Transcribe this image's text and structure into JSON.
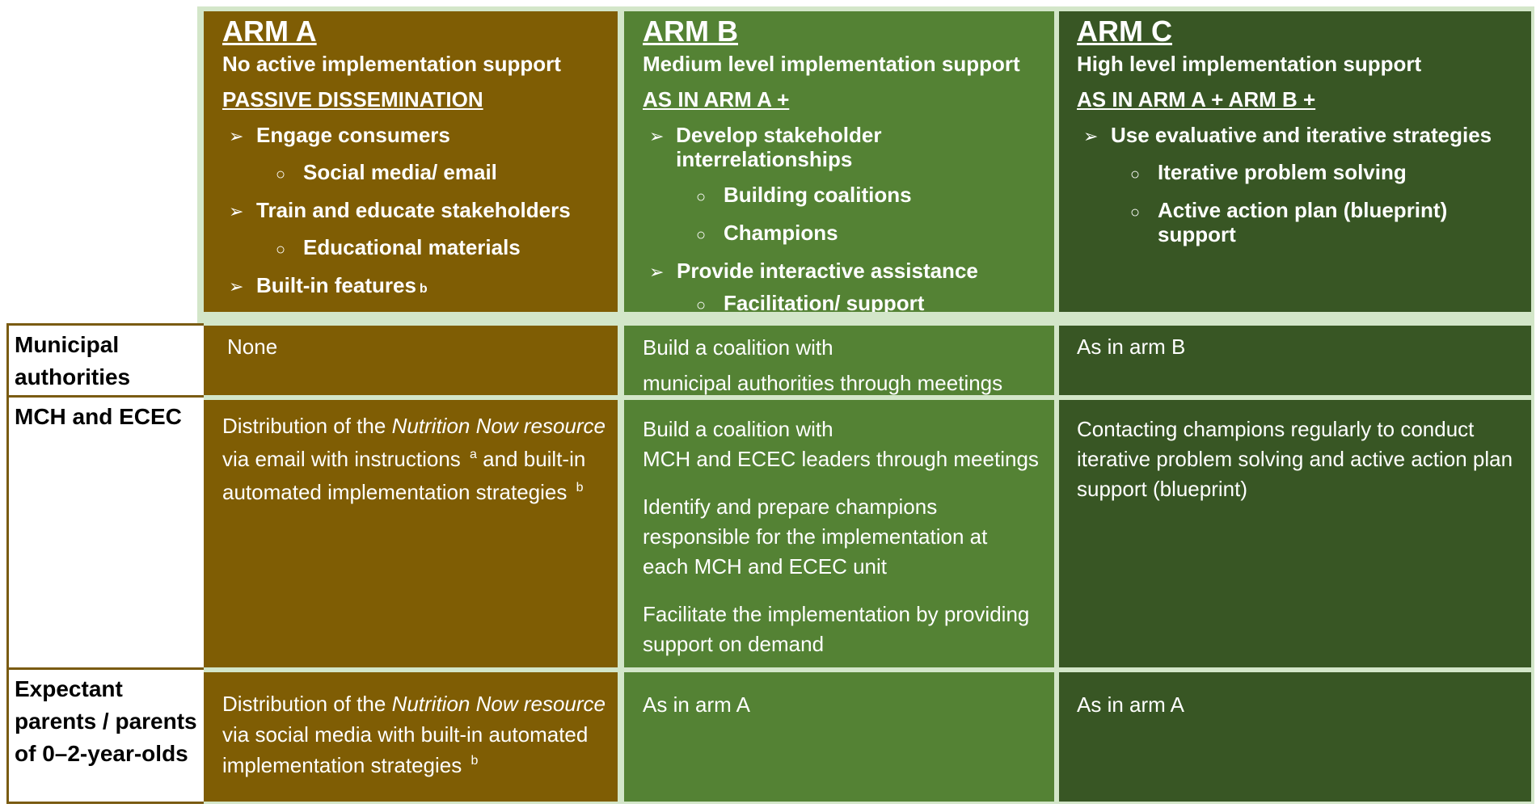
{
  "arms": [
    {
      "title": "ARM A",
      "level": "No active implementation support",
      "basis": "PASSIVE DISSEMINATION",
      "strategies": [
        {
          "label": "Engage consumers",
          "subs": [
            "Social media/ email"
          ]
        },
        {
          "label": "Train and educate stakeholders",
          "subs": [
            "Educational materials"
          ]
        },
        {
          "label": "Built-in features",
          "sup": "b",
          "subs": []
        }
      ]
    },
    {
      "title": "ARM B",
      "level": "Medium level implementation support",
      "basis": "AS IN ARM A +",
      "strategies": [
        {
          "label": "Develop stakeholder interrelationships",
          "subs": [
            "Building coalitions",
            "Champions"
          ]
        },
        {
          "label": "Provide interactive assistance",
          "subs": [
            "Facilitation/ support"
          ]
        }
      ]
    },
    {
      "title": "ARM C",
      "level": "High level implementation support",
      "basis": "AS IN ARM A + ARM B +",
      "strategies": [
        {
          "label": "Use evaluative and iterative strategies",
          "subs": [
            "Iterative problem solving",
            "Active action plan (blueprint) support"
          ]
        }
      ]
    }
  ],
  "rows": [
    {
      "label": "Municipal\nauthorities",
      "cells": [
        [
          "None"
        ],
        [
          "Build a coalition with\nmunicipal authorities through meetings"
        ],
        [
          "As in arm B"
        ]
      ]
    },
    {
      "label": "MCH and ECEC",
      "cells": [
        [
          "Distribution of the Nutrition Now resource via email with instructions a and built-in automated implementation strategies b"
        ],
        [
          "Build a coalition with\nMCH and ECEC leaders through meetings",
          "Identify and prepare champions\nresponsible for the implementation at\neach MCH and ECEC unit",
          "Facilitate the implementation by providing\nsupport on demand"
        ],
        [
          "Contacting champions regularly to conduct\niterative problem solving and active action plan\nsupport (blueprint)"
        ]
      ]
    },
    {
      "label": "Expectant\nparents / parents\nof 0–2-year-olds",
      "cells": [
        [
          "Distribution of the Nutrition Now resource via social media with built-in automated implementation strategies b"
        ],
        [
          "As in arm A"
        ],
        [
          "As in arm A"
        ]
      ]
    }
  ],
  "rich": {
    "mch_a": {
      "pre": "Distribution of the ",
      "em": "Nutrition Now resource",
      "l2": "via email with instructions ",
      "sup1": "a",
      "l2b": " and built-in",
      "l3": "automated implementation strategies ",
      "sup2": "b"
    },
    "par_a": {
      "pre": "Distribution of the ",
      "em": "Nutrition Now resource",
      "l2": "via social media with built-in automated",
      "l3": "implementation strategies ",
      "sup2": "b"
    }
  },
  "colors": {
    "arm_a": "#7f5d04",
    "arm_b": "#548234",
    "arm_c": "#385624",
    "frame": "#d3e6c9",
    "row_border": "#7a5b12"
  }
}
